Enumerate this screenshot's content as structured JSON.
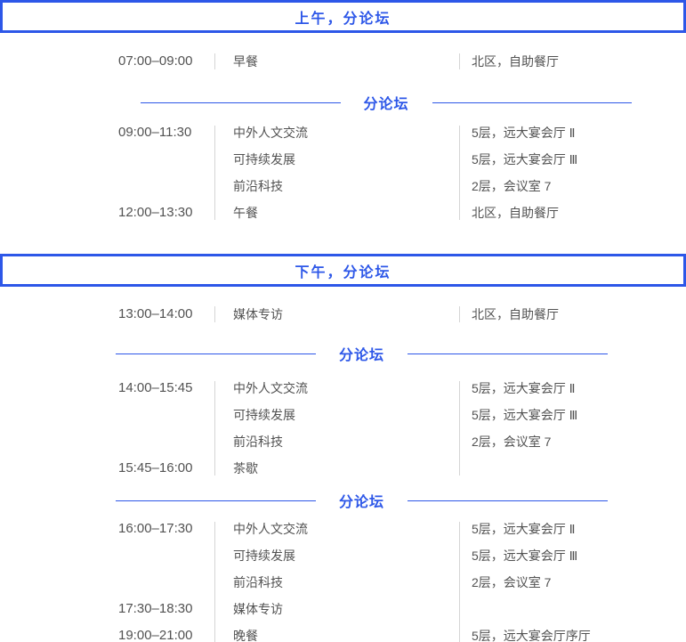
{
  "colors": {
    "accent": "#2d57e8",
    "text": "#525252",
    "separator": "#d5d5d5"
  },
  "divider_label": "分论坛",
  "sections": [
    {
      "header": "上午，分论坛",
      "intro_row": {
        "time": "07:00–09:00",
        "item": "早餐",
        "location": "北区，自助餐厅"
      },
      "groups": [
        {
          "rows": [
            {
              "time": "09:00–11:30",
              "item": "中外人文交流",
              "location": "5层，远大宴会厅 Ⅱ"
            },
            {
              "time": "",
              "item": "可持续发展",
              "location": "5层，远大宴会厅 Ⅲ"
            },
            {
              "time": "",
              "item": "前沿科技",
              "location": "2层，会议室 7"
            },
            {
              "time": "12:00–13:30",
              "item": "午餐",
              "location": "北区，自助餐厅"
            }
          ]
        }
      ]
    },
    {
      "header": "下午，分论坛",
      "intro_row": {
        "time": "13:00–14:00",
        "item": "媒体专访",
        "location": "北区，自助餐厅"
      },
      "groups": [
        {
          "rows": [
            {
              "time": "14:00–15:45",
              "item": "中外人文交流",
              "location": "5层，远大宴会厅 Ⅱ"
            },
            {
              "time": "",
              "item": "可持续发展",
              "location": "5层，远大宴会厅 Ⅲ"
            },
            {
              "time": "",
              "item": "前沿科技",
              "location": "2层，会议室 7"
            },
            {
              "time": "15:45–16:00",
              "item": "茶歇",
              "location": ""
            }
          ]
        },
        {
          "rows": [
            {
              "time": "16:00–17:30",
              "item": "中外人文交流",
              "location": "5层，远大宴会厅 Ⅱ"
            },
            {
              "time": "",
              "item": "可持续发展",
              "location": "5层，远大宴会厅 Ⅲ"
            },
            {
              "time": "",
              "item": "前沿科技",
              "location": "2层，会议室 7"
            },
            {
              "time": "17:30–18:30",
              "item": "媒体专访",
              "location": ""
            },
            {
              "time": "19:00–21:00",
              "item": "晚餐",
              "location": "5层，远大宴会厅序厅"
            }
          ]
        }
      ]
    }
  ]
}
